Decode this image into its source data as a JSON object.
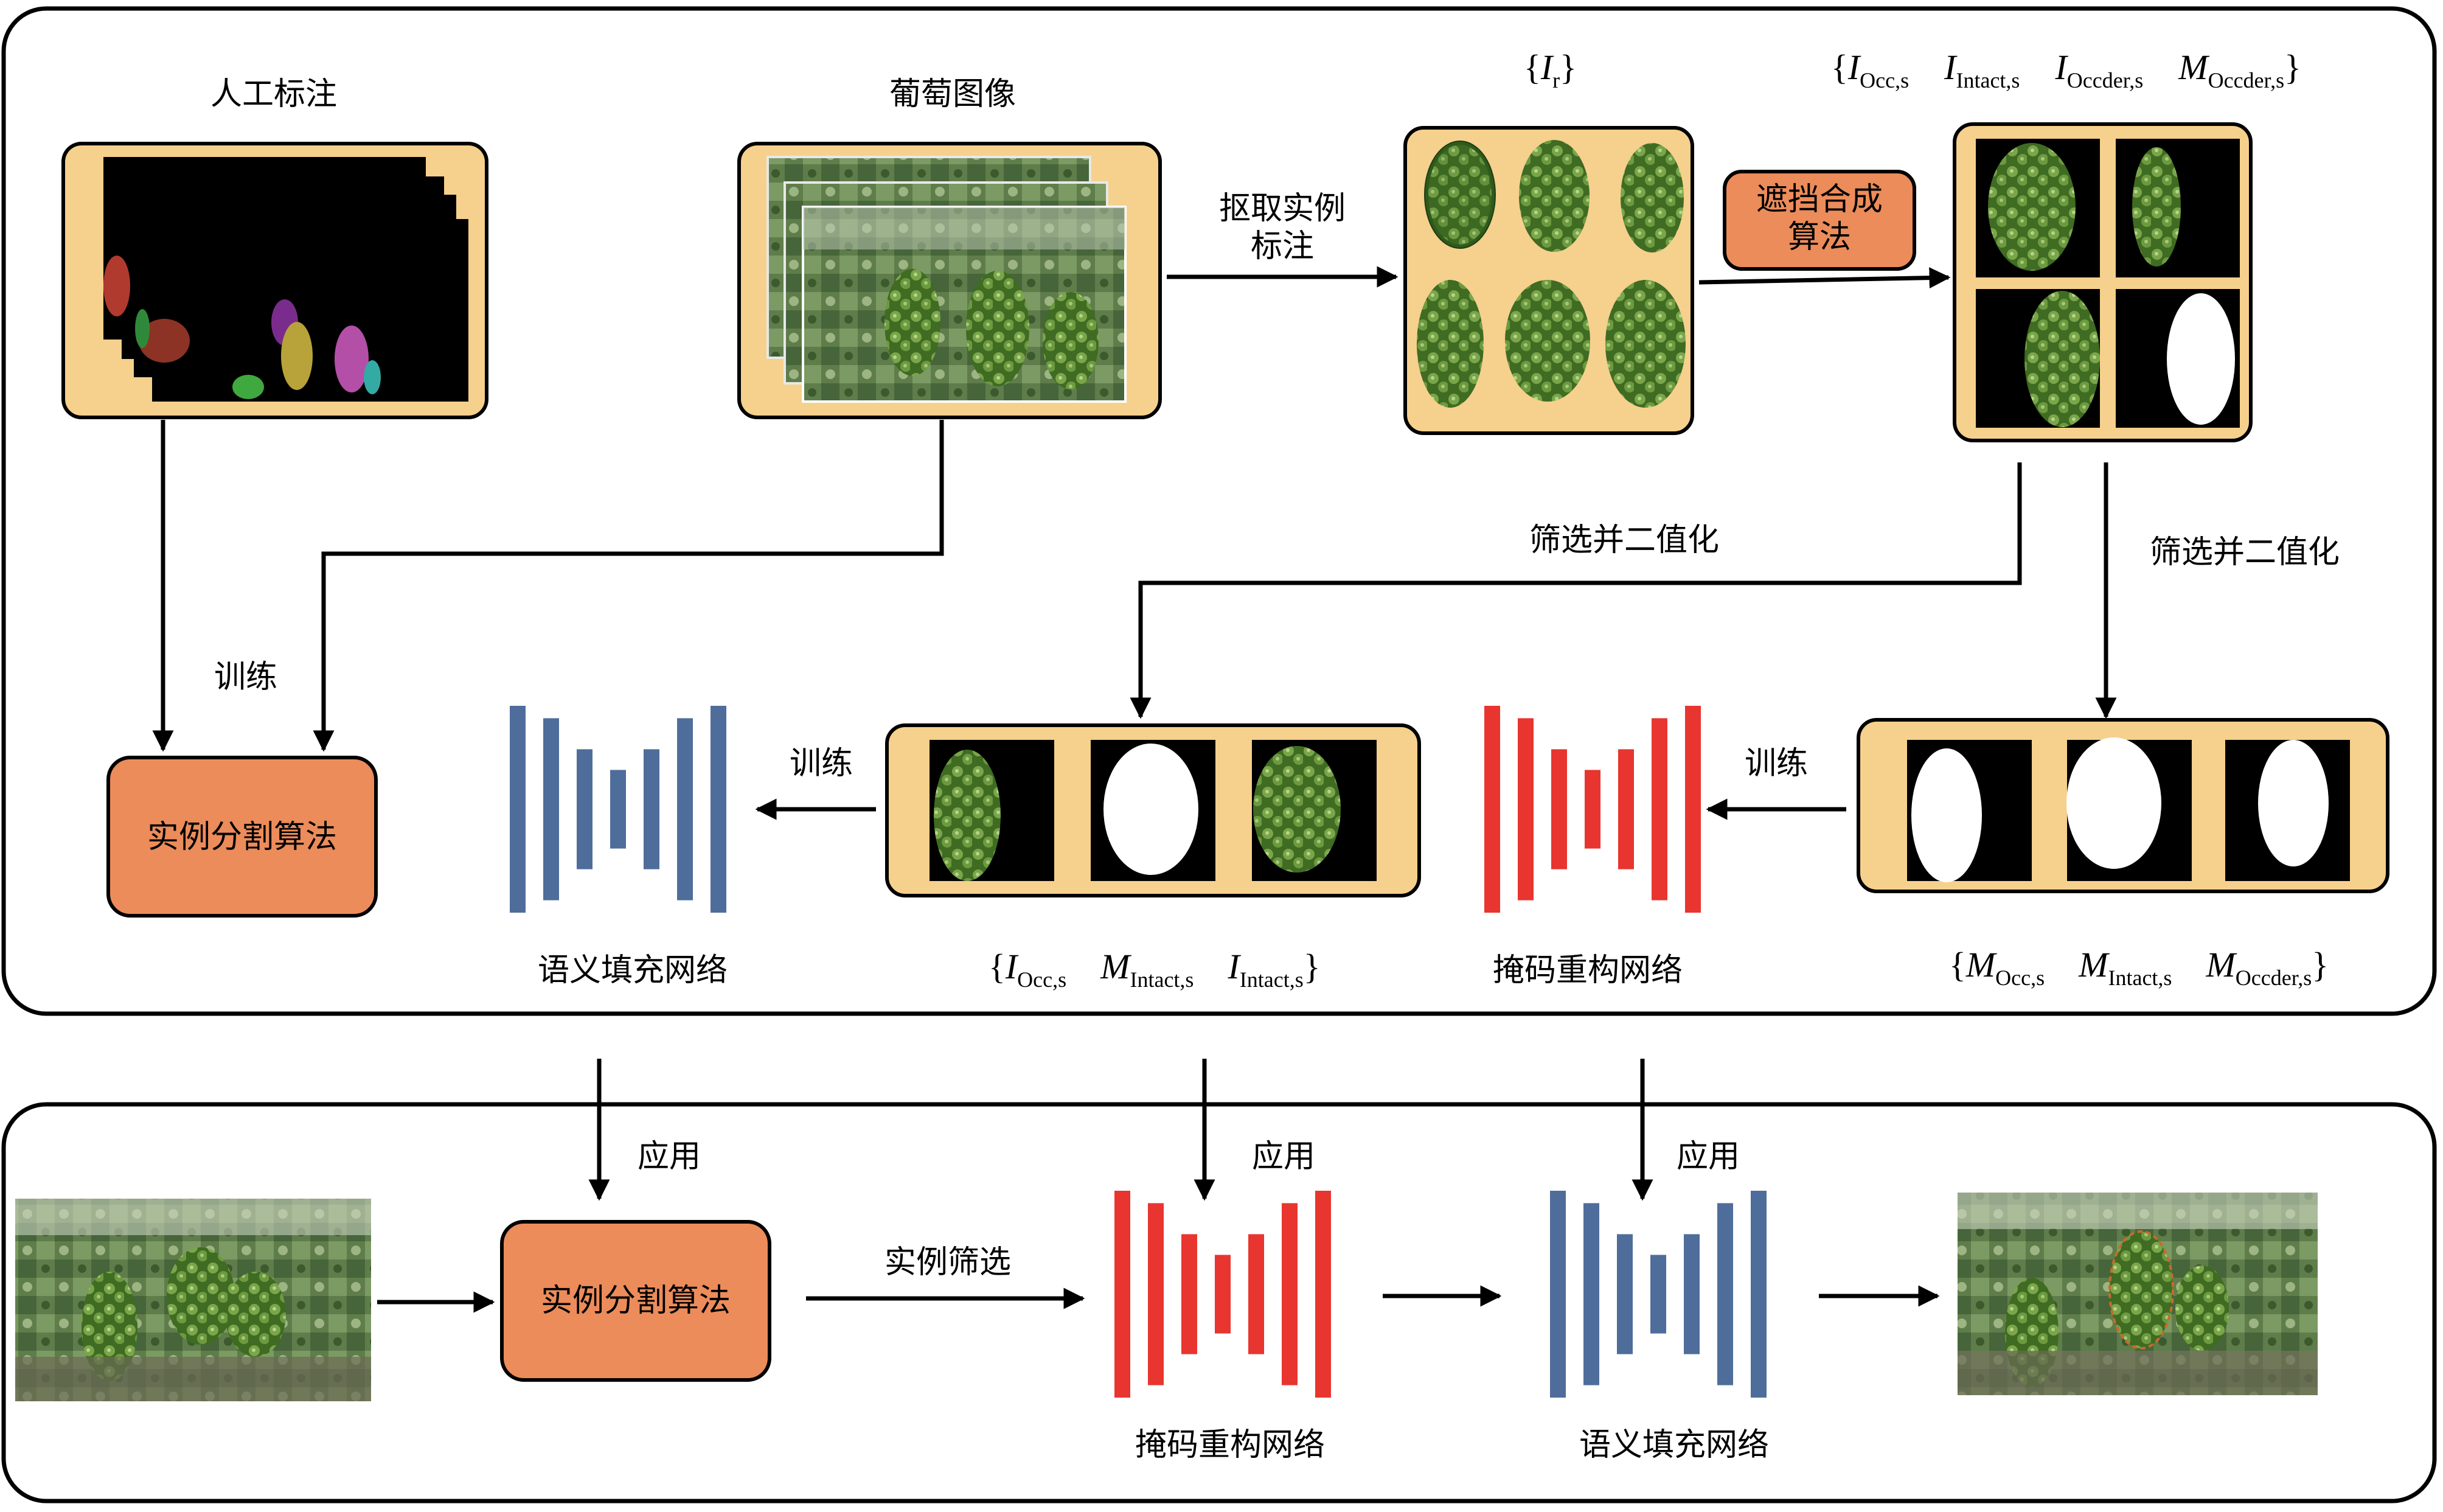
{
  "colors": {
    "panel_fill": "#f6d08d",
    "algo_fill": "#ec8c5a",
    "bar_blue": "#4f6d9a",
    "bar_red": "#e8352f",
    "grape_green": "#4f7f2c",
    "mask_black": "#000000",
    "mask_white": "#ffffff"
  },
  "labels": {
    "manual_annotation": "人工标注",
    "grape_image": "葡萄图像",
    "extract_annotation": "抠取实例\n标注",
    "occlusion_synthesis": "遮挡合成\n算法",
    "filter_binarize_a": "筛选并二值化",
    "filter_binarize_b": "筛选并二值化",
    "train_a": "训练",
    "train_b": "训练",
    "train_c": "训练",
    "instance_seg_top": "实例分割算法",
    "semantic_fill_top": "语义填充网络",
    "mask_recon_top": "掩码重构网络",
    "apply_a": "应用",
    "apply_b": "应用",
    "apply_c": "应用",
    "instance_seg_bottom": "实例分割算法",
    "instance_filter": "实例筛选",
    "mask_recon_bottom": "掩码重构网络",
    "semantic_fill_bottom": "语义填充网络"
  },
  "math": {
    "ir": {
      "open": "{",
      "sym": "I",
      "sub": "r",
      "close": "}"
    },
    "synth_set": {
      "open": "{",
      "items": [
        {
          "sym": "I",
          "sub": "Occ,s"
        },
        {
          "sym": "I",
          "sub": "Intact,s"
        },
        {
          "sym": "I",
          "sub": "Occder,s"
        },
        {
          "sym": "M",
          "sub": "Occder,s"
        }
      ],
      "close": "}"
    },
    "fill_set": {
      "open": "{",
      "items": [
        {
          "sym": "I",
          "sub": "Occ,s"
        },
        {
          "sym": "M",
          "sub": "Intact,s"
        },
        {
          "sym": "I",
          "sub": "Intact,s"
        }
      ],
      "close": "}"
    },
    "mask_set": {
      "open": "{",
      "items": [
        {
          "sym": "M",
          "sub": "Occ,s"
        },
        {
          "sym": "M",
          "sub": "Intact,s"
        },
        {
          "sym": "M",
          "sub": "Occder,s"
        }
      ],
      "close": "}"
    }
  },
  "bar_levels": [
    1.0,
    0.88,
    0.58,
    0.38,
    0.58,
    0.88,
    1.0
  ]
}
